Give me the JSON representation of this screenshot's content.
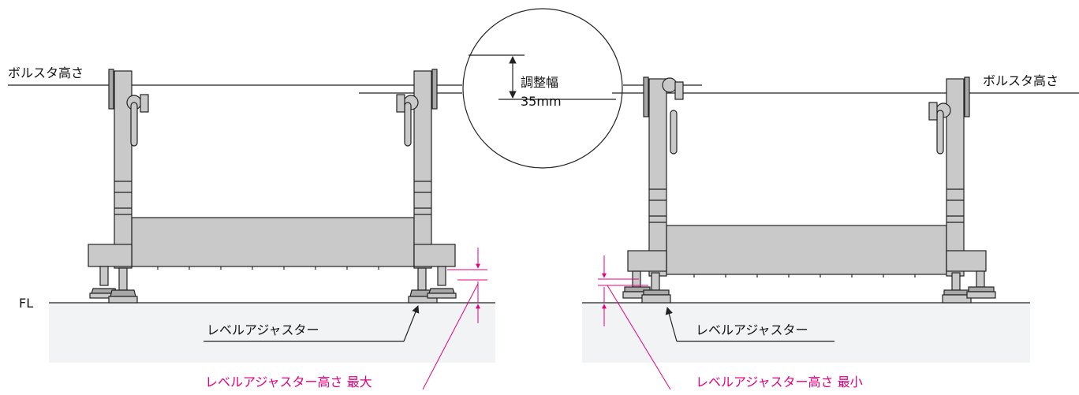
{
  "labels": {
    "bolster_left": "ボルスタ高さ",
    "bolster_right": "ボルスタ高さ",
    "fl": "FL",
    "adjuster_left": "レベルアジャスター",
    "adjuster_right": "レベルアジャスター",
    "adjuster_max": "レベルアジャスター高さ 最大",
    "adjuster_min": "レベルアジャスター高さ 最小",
    "range_title": "調整幅",
    "range_value": "35mm"
  },
  "colors": {
    "accent": "#e4007f",
    "steel": "#c9c9c9",
    "floor": "#f2f3f4",
    "line": "#222222"
  }
}
